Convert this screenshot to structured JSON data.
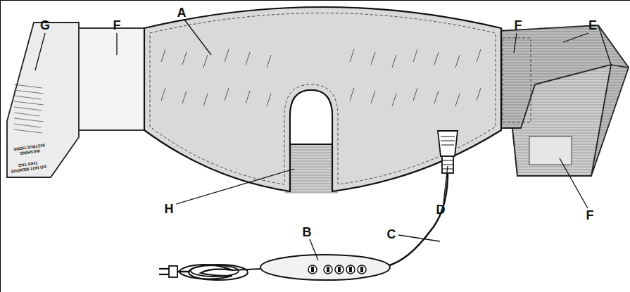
{
  "diagram": {
    "labels": [
      "G",
      "F",
      "A",
      "F",
      "E",
      "H",
      "D",
      "B",
      "C",
      "F",
      "DO NOT REMOVE THIS TAG",
      "WASHING INSTRUCTIONS"
    ]
  }
}
